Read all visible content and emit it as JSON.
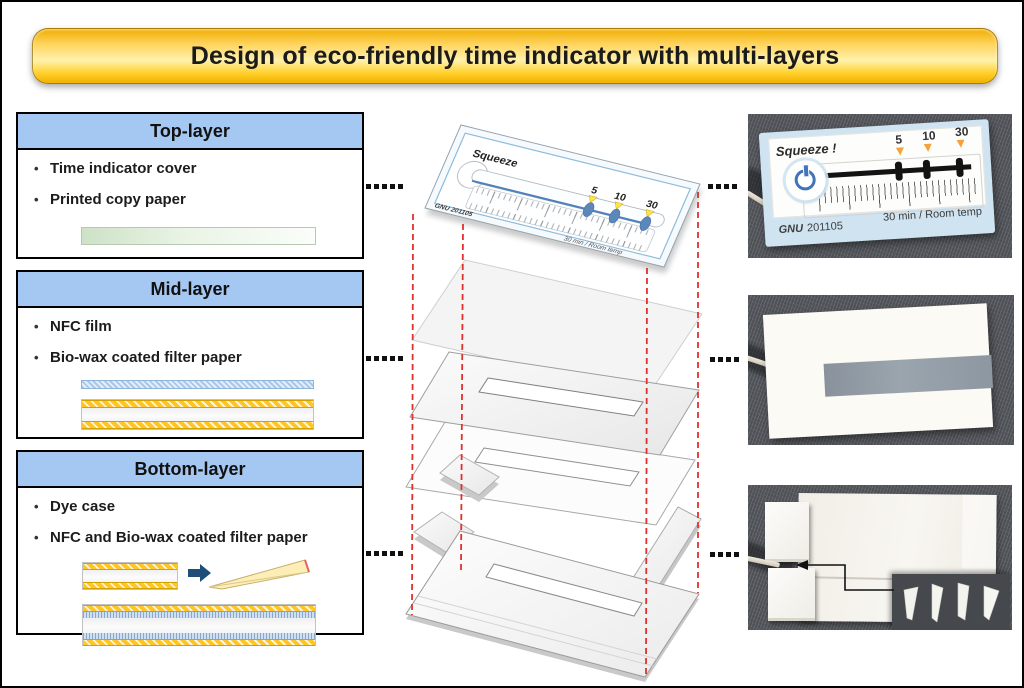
{
  "banner": {
    "title": "Design of eco-friendly time indicator with multi-layers"
  },
  "panel": {
    "bullet_char": "•",
    "boxes": [
      {
        "header": "Top-layer",
        "bullets": [
          "Time indicator cover",
          "Printed copy paper"
        ]
      },
      {
        "header": "Mid-layer",
        "bullets": [
          "NFC film",
          "Bio-wax coated filter paper"
        ]
      },
      {
        "header": "Bottom-layer",
        "bullets": [
          "Dye case",
          "NFC and Bio-wax coated filter paper"
        ]
      }
    ]
  },
  "schematic": {
    "squeeze_label": "Squeeze",
    "marks": [
      "5",
      "10",
      "30"
    ],
    "serial": "GNU 201105",
    "duration": "30 min / Room temp",
    "guide_line_color": "#e0312e"
  },
  "photo_device": {
    "squeeze_label": "Squeeze !",
    "marks": [
      "5",
      "10",
      "30"
    ],
    "serial_brand": "GNU",
    "serial_number": "201105",
    "duration": "30 min / Room temp"
  },
  "colors": {
    "header_blue": "#a5c8f3",
    "banner_yellow": "#ffc000",
    "wax_yellow": "#ffc425",
    "nfc_blue": "#a9c7e8",
    "accent_red": "#e0312e"
  }
}
